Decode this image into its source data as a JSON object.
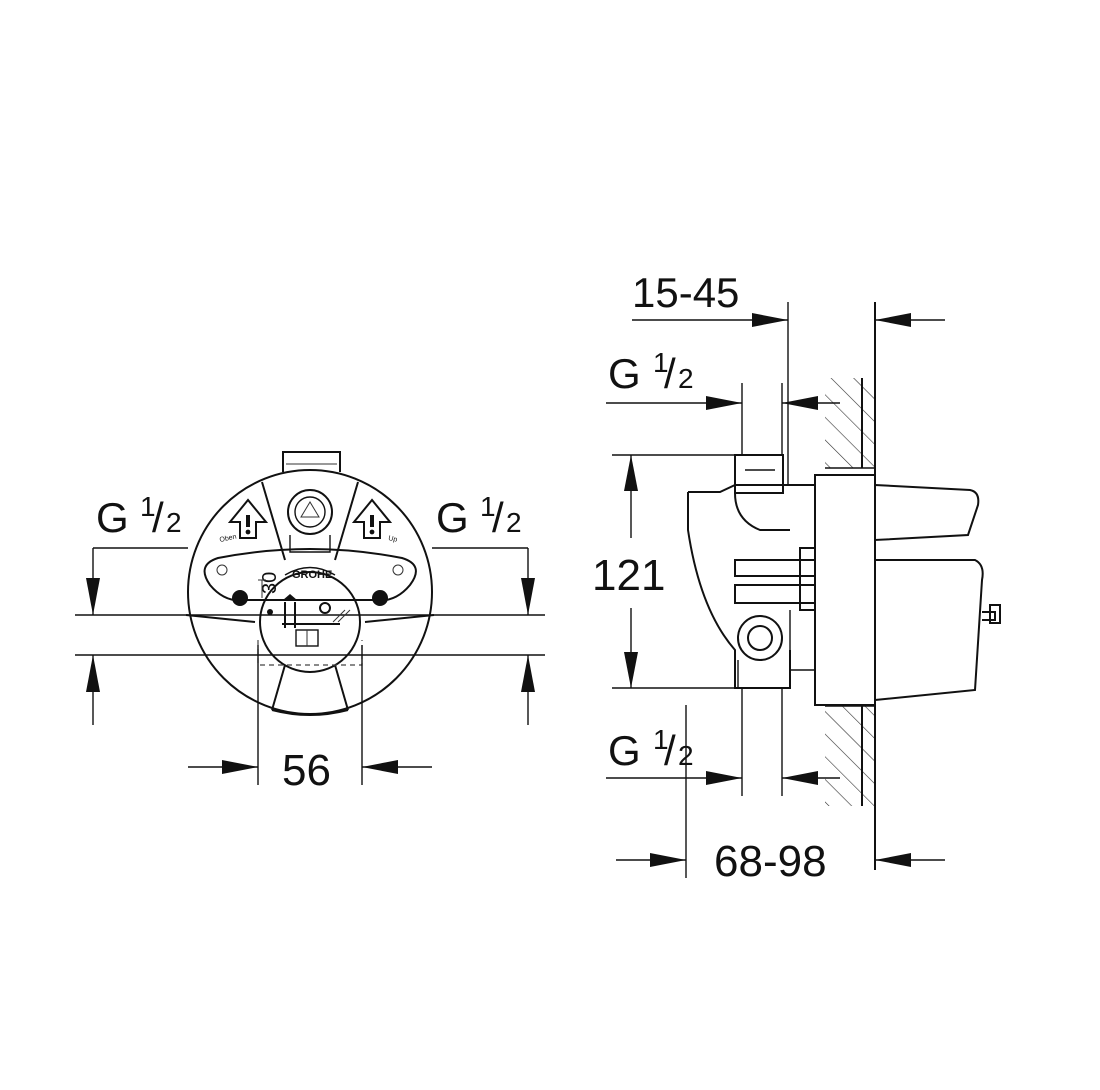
{
  "front_view": {
    "left_inlet": {
      "letter": "G",
      "numerator": "1",
      "slash": "/",
      "denominator": "2"
    },
    "right_inlet": {
      "letter": "G",
      "numerator": "1",
      "slash": "/",
      "denominator": "2"
    },
    "bottom_width": "56",
    "angle_mark": "30",
    "brand_logo": "GROHE",
    "label_left": "Oben",
    "label_right": "Up"
  },
  "side_view": {
    "top_depth": "15-45",
    "top_inlet": {
      "letter": "G",
      "numerator": "1",
      "slash": "/",
      "denominator": "2"
    },
    "height": "121",
    "bottom_inlet": {
      "letter": "G",
      "numerator": "1",
      "slash": "/",
      "denominator": "2"
    },
    "bottom_depth": "68-98"
  }
}
